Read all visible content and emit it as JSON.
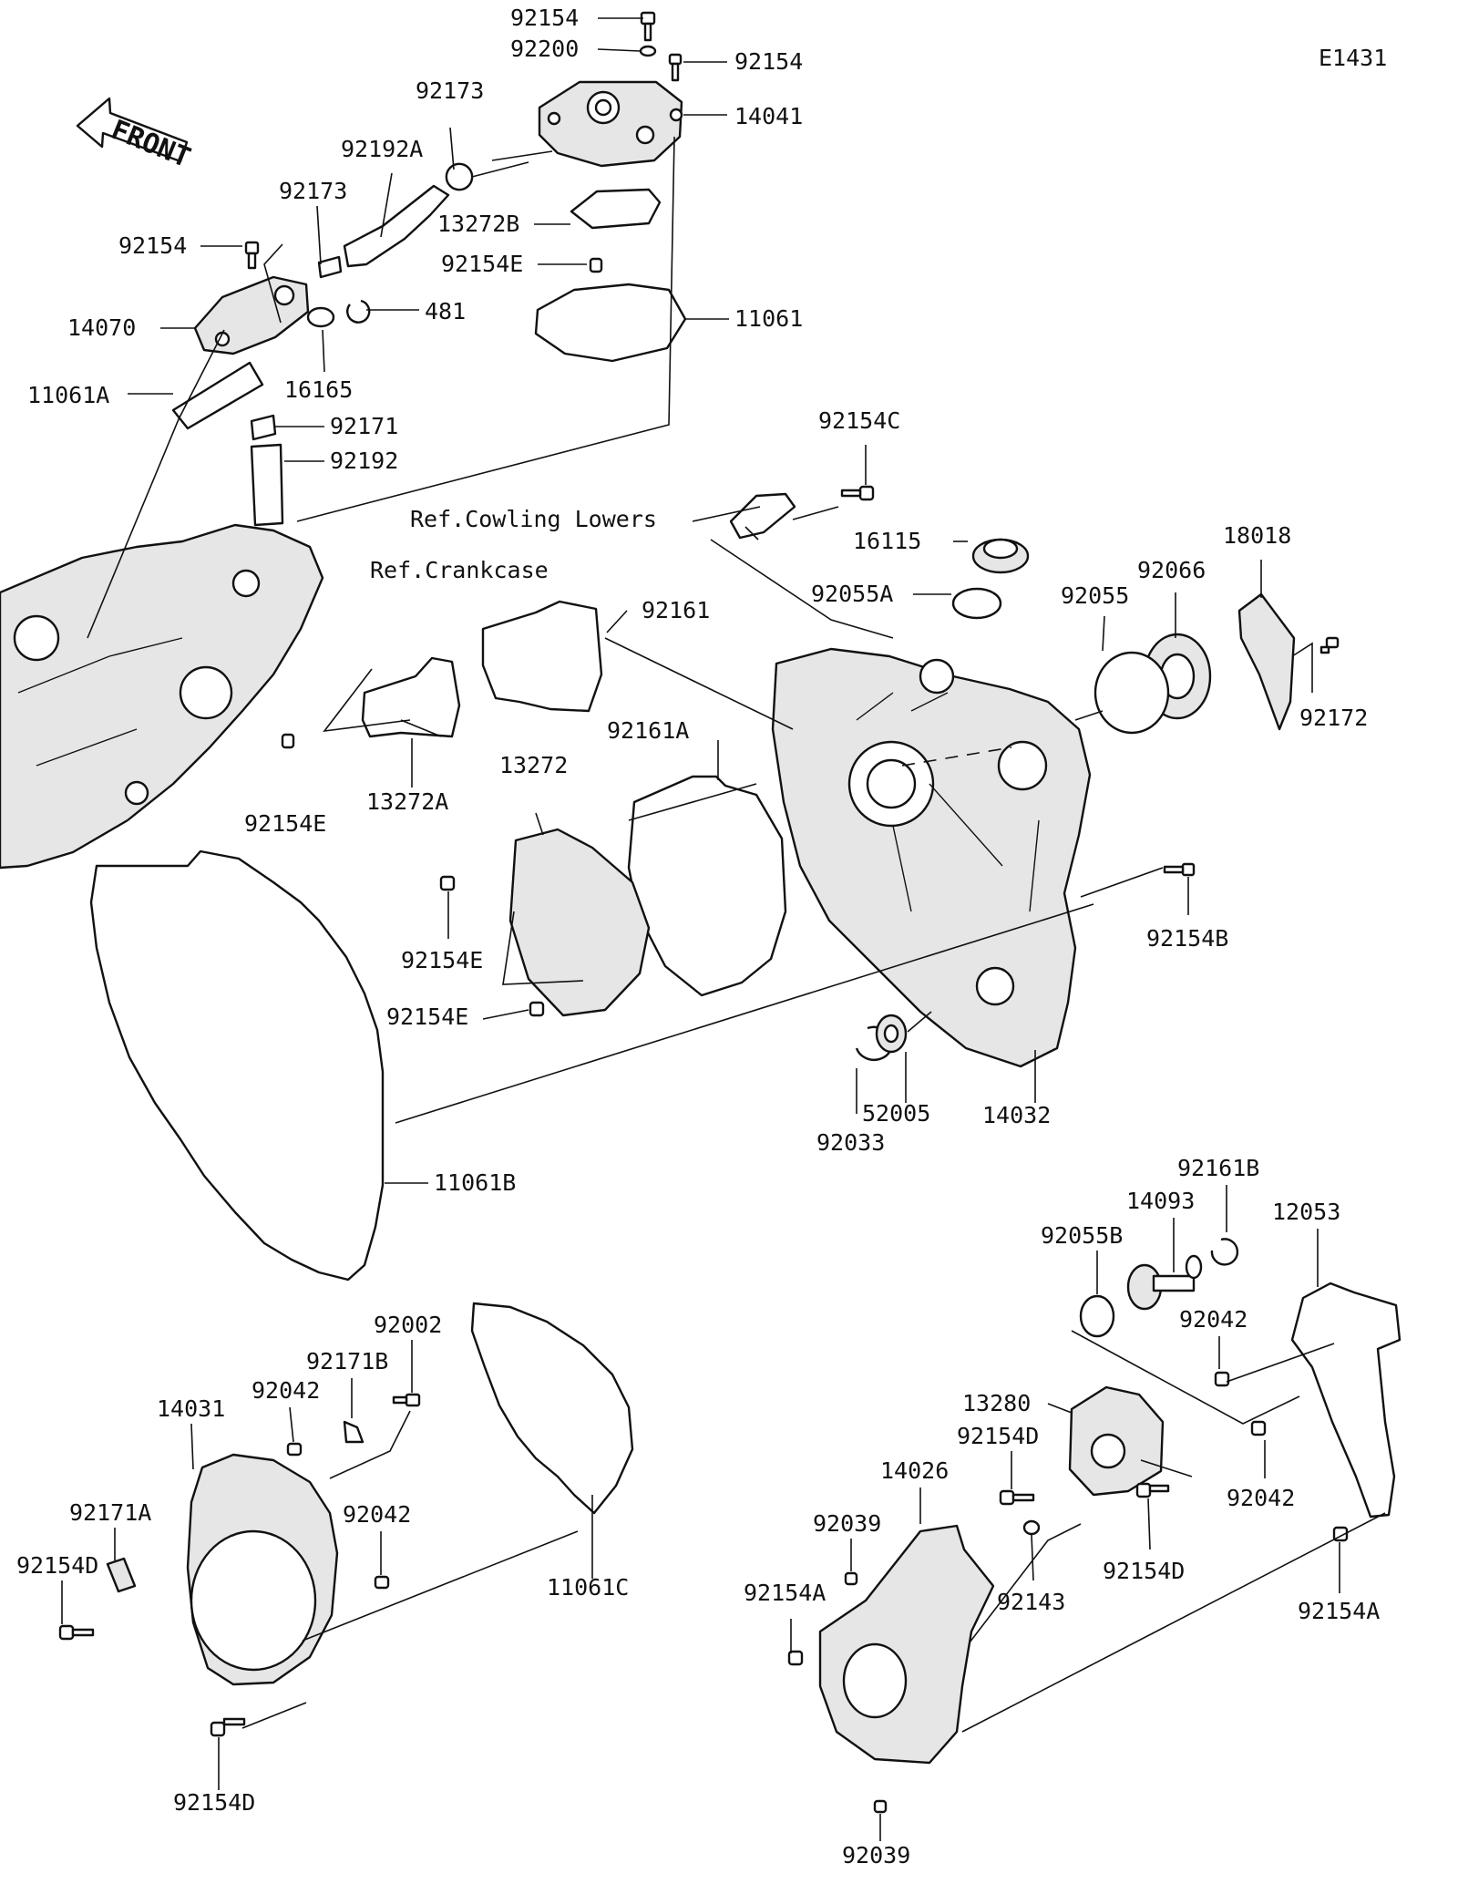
{
  "diagram": {
    "code": "E1431",
    "front_label": "FRONT",
    "references": {
      "cowling": "Ref.Cowling Lowers",
      "crankcase": "Ref.Crankcase"
    },
    "part_labels": [
      {
        "id": "p01",
        "text": "92154"
      },
      {
        "id": "p02",
        "text": "92200"
      },
      {
        "id": "p03",
        "text": "92154"
      },
      {
        "id": "p04",
        "text": "14041"
      },
      {
        "id": "p05",
        "text": "92173"
      },
      {
        "id": "p06",
        "text": "92192A"
      },
      {
        "id": "p07",
        "text": "92173"
      },
      {
        "id": "p08",
        "text": "13272B"
      },
      {
        "id": "p09",
        "text": "92154"
      },
      {
        "id": "p10",
        "text": "92154E"
      },
      {
        "id": "p11",
        "text": "14070"
      },
      {
        "id": "p12",
        "text": "481"
      },
      {
        "id": "p13",
        "text": "11061"
      },
      {
        "id": "p14",
        "text": "16165"
      },
      {
        "id": "p15",
        "text": "11061A"
      },
      {
        "id": "p16",
        "text": "92171"
      },
      {
        "id": "p17",
        "text": "92192"
      },
      {
        "id": "p18",
        "text": "92154C"
      },
      {
        "id": "p19",
        "text": "16115"
      },
      {
        "id": "p20",
        "text": "18018"
      },
      {
        "id": "p21",
        "text": "92066"
      },
      {
        "id": "p22",
        "text": "92055A"
      },
      {
        "id": "p23",
        "text": "92055"
      },
      {
        "id": "p24",
        "text": "92161"
      },
      {
        "id": "p25",
        "text": "92172"
      },
      {
        "id": "p26",
        "text": "92161A"
      },
      {
        "id": "p27",
        "text": "13272"
      },
      {
        "id": "p28",
        "text": "92154E"
      },
      {
        "id": "p29",
        "text": "13272A"
      },
      {
        "id": "p30",
        "text": "92154B"
      },
      {
        "id": "p31",
        "text": "92154E"
      },
      {
        "id": "p32",
        "text": "92154E"
      },
      {
        "id": "p33",
        "text": "52005"
      },
      {
        "id": "p34",
        "text": "14032"
      },
      {
        "id": "p35",
        "text": "92033"
      },
      {
        "id": "p36",
        "text": "11061B"
      },
      {
        "id": "p37",
        "text": "92161B"
      },
      {
        "id": "p38",
        "text": "14093"
      },
      {
        "id": "p39",
        "text": "12053"
      },
      {
        "id": "p40",
        "text": "92055B"
      },
      {
        "id": "p41",
        "text": "92042"
      },
      {
        "id": "p42",
        "text": "92002"
      },
      {
        "id": "p43",
        "text": "92171B"
      },
      {
        "id": "p44",
        "text": "92042"
      },
      {
        "id": "p45",
        "text": "14031"
      },
      {
        "id": "p46",
        "text": "13280"
      },
      {
        "id": "p47",
        "text": "92154D"
      },
      {
        "id": "p48",
        "text": "14026"
      },
      {
        "id": "p49",
        "text": "92042"
      },
      {
        "id": "p50",
        "text": "92042"
      },
      {
        "id": "p51",
        "text": "92171A"
      },
      {
        "id": "p52",
        "text": "92039"
      },
      {
        "id": "p53",
        "text": "92154D"
      },
      {
        "id": "p54",
        "text": "11061C"
      },
      {
        "id": "p55",
        "text": "92154A"
      },
      {
        "id": "p56",
        "text": "92143"
      },
      {
        "id": "p57",
        "text": "92154D"
      },
      {
        "id": "p58",
        "text": "92154A"
      },
      {
        "id": "p59",
        "text": "92154D"
      },
      {
        "id": "p60",
        "text": "92039"
      }
    ]
  }
}
